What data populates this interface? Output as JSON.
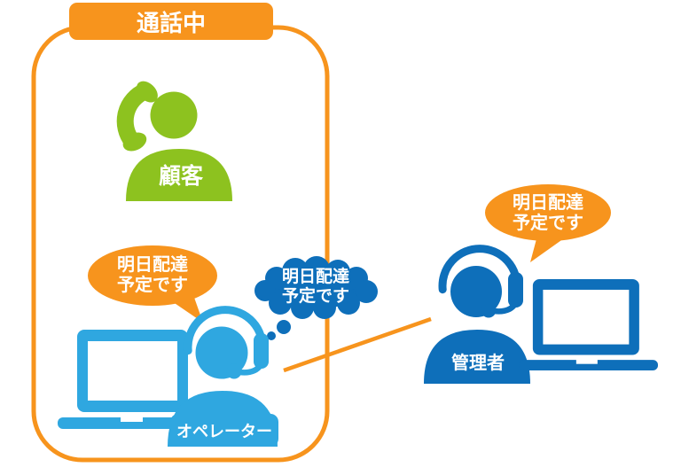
{
  "diagram": {
    "call_status_badge": "通話中",
    "actors": {
      "customer": {
        "label": "顧客"
      },
      "operator": {
        "label": "オペレーター"
      },
      "manager": {
        "label": "管理者"
      }
    },
    "bubbles": {
      "operator_speech": "明日配達\n予定です",
      "operator_whisper_cloud": "明日配達\n予定です",
      "manager_speech": "明日配達\n予定です"
    },
    "icons": {
      "phone": "phone-handset-icon",
      "customer": "person-icon",
      "operator": "headset-agent-icon",
      "manager": "headset-agent-icon",
      "laptop": "laptop-icon"
    },
    "colors": {
      "orange": "#F7941D",
      "green": "#8DC21F",
      "opblue": "#2FA7E0",
      "mgblue": "#0E6FBA",
      "white": "#FFFFFF"
    }
  }
}
